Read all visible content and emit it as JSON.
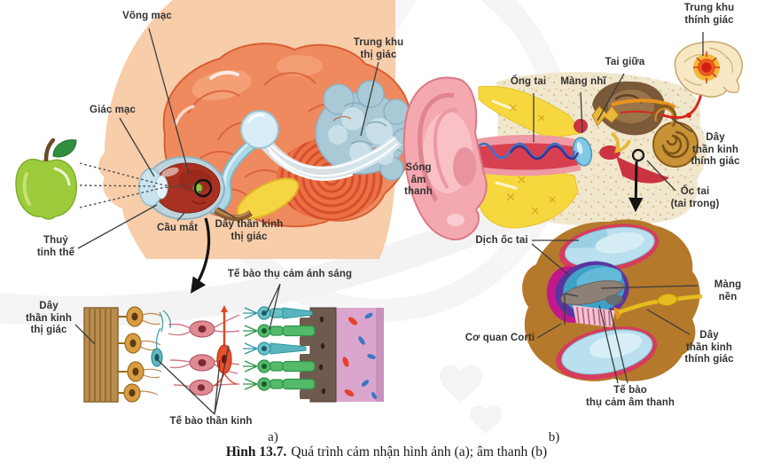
{
  "figure": {
    "caption_bold": "Hình 13.7.",
    "caption_text": "Quá trình cảm nhận hình ảnh (a); âm thanh (b)"
  },
  "panel_a": {
    "letter": "a)",
    "labels": {
      "vong_mac": "Võng mạc",
      "giac_mac": "Giác mạc",
      "trung_khu_thi_giac": "Trung khu\nthị giác",
      "thuy_tinh_the": "Thuỷ\ntinh thể",
      "cau_mat": "Cầu mắt",
      "day_than_kinh_thi_giac": "Dây thần kinh\nthị giác",
      "day_than_kinh_thi_giac_retina": "Dây\nthần kinh\nthị giác",
      "te_bao_thu_cam_anh_sang": "Tế bào thụ cảm ánh sáng",
      "te_bao_than_kinh": "Tế bào thần kinh"
    }
  },
  "panel_b": {
    "letter": "b)",
    "labels": {
      "trung_khu_thinh_giac": "Trung khu\nthính giác",
      "tai_giua": "Tai giữa",
      "ong_tai": "Ống tai",
      "mang_nhi": "Màng nhĩ",
      "song_am_thanh": "Sóng\nâm\nthanh",
      "day_than_kinh_thinh_giac": "Dây\nthần kinh\nthính giác",
      "oc_tai": "Ốc tai\n(tai trong)",
      "dich_oc_tai": "Dịch ốc tai",
      "mang_nen": "Màng nền",
      "co_quan_corti": "Cơ quan Corti",
      "te_bao_thu_cam_am_thanh": "Tế bào\nthụ cảm âm thanh",
      "day_than_kinh_thinh_giac_cochlea": "Dây\nthần kinh\nthính giác"
    }
  },
  "colors": {
    "brain": "#ef8a5e",
    "visual_pathway_blue": "#a9c9d6",
    "skin": "#f8cda9",
    "apple_green": "#9ccb3b",
    "eye_interior_red": "#a93122",
    "sound_wave_blue": "#3a72c8",
    "auditory_nerve_red": "#d8291c",
    "cochlea_brown": "#b5792c",
    "cochlea_fluid_blue": "#badfee",
    "chamber_rim_crimson": "#d63c5c",
    "label_text": "#333333"
  }
}
